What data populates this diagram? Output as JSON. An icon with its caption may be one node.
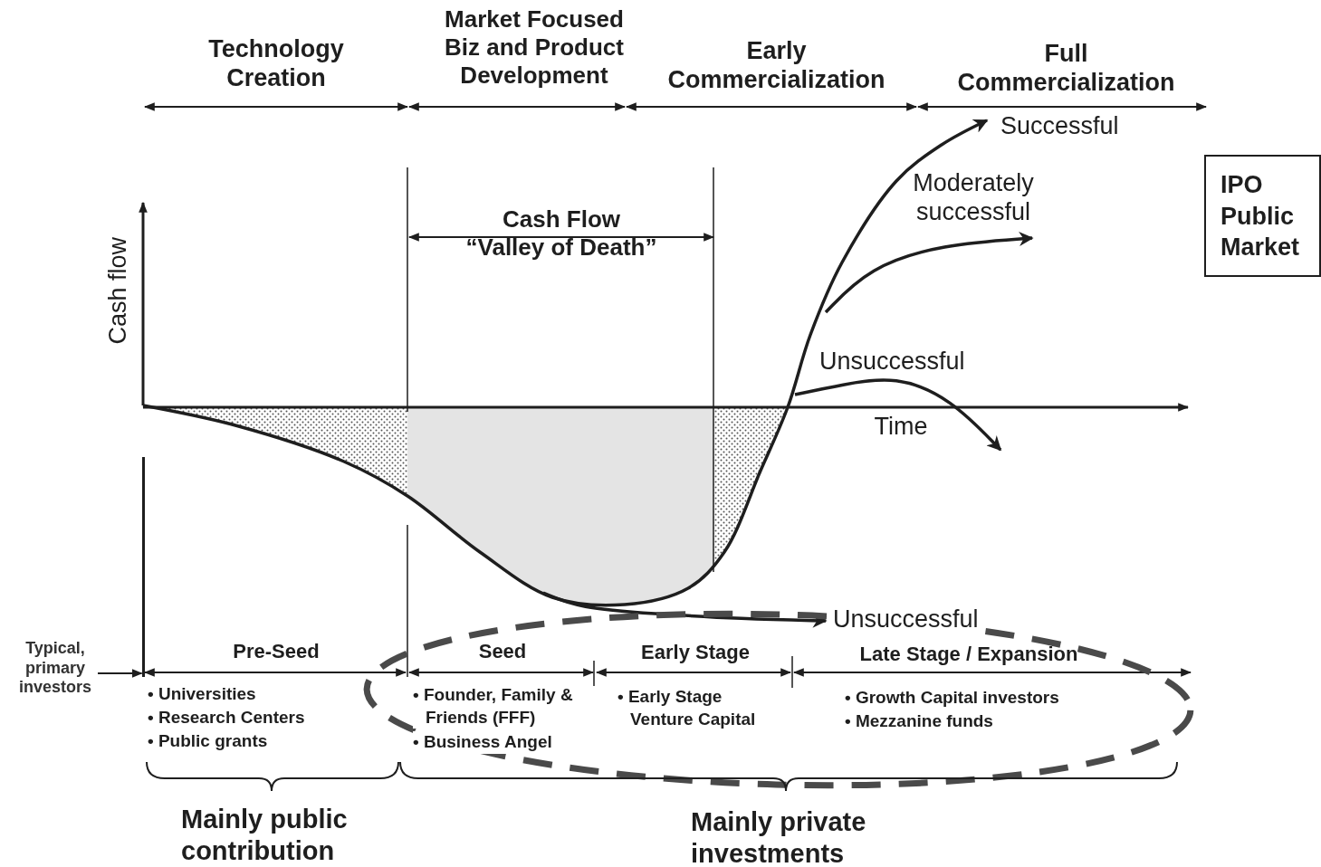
{
  "diagram": {
    "nodes": [
      {
        "text": [
          "IPO Public Market"
        ]
      },
      {
        "text": [
          "Typical, primary investors"
        ]
      },
      {
        "text": [],
        "shape": "bar"
      }
    ],
    "edges": [
      {
        "from": 1,
        "to": 2,
        "arrow": "to"
      }
    ],
    "labels": [
      "Technology Creation",
      "Market Focused Biz and Product Development",
      "Early Commercialization",
      "Full Commercialization",
      "Successful",
      "Moderately successful",
      "Cash Flow",
      "“Valley of Death”",
      "Cash flow",
      "Unsuccessful",
      "Time",
      "Unsuccessful",
      "Pre-Seed",
      "Seed",
      "Early Stage",
      "Late Stage / Expansion",
      "• Universities",
      "• Research Centers",
      "• Public grants",
      "• Founder, Family & Friends (FFF)",
      "• Business Angel",
      "• Early Stage Venture Capital",
      "• Growth Capital investors",
      "• Mezzanine funds",
      "Mainly public contribution",
      "Mainly private investments"
    ]
  }
}
